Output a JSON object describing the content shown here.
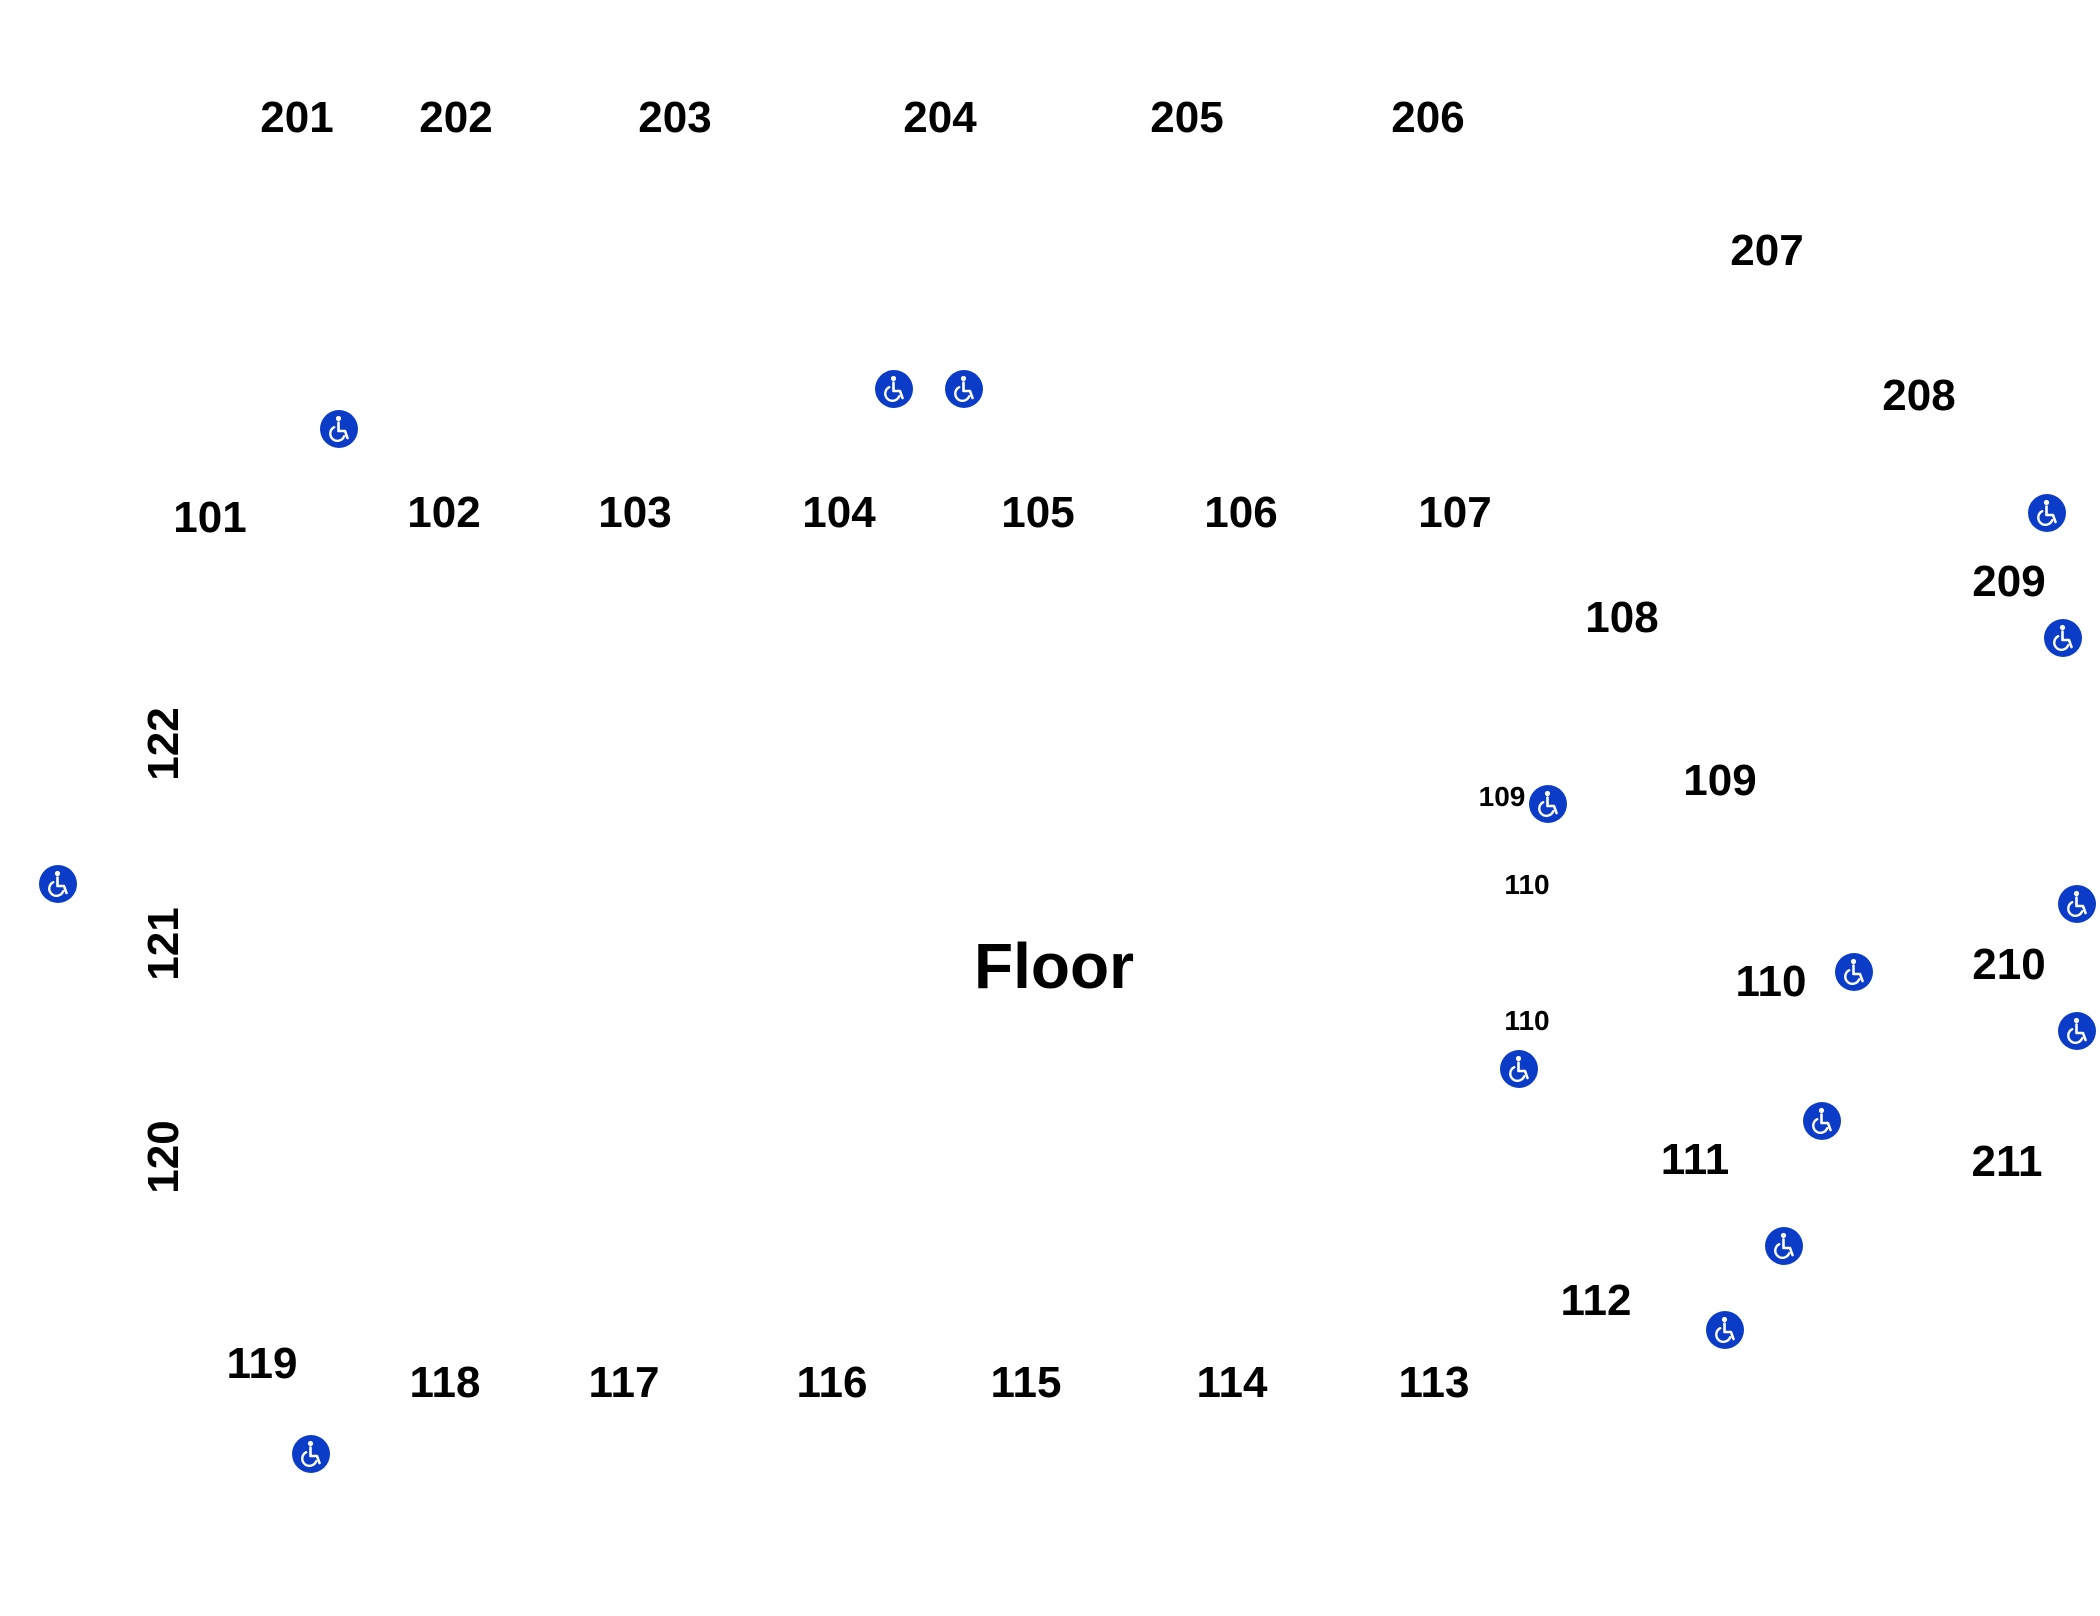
{
  "map": {
    "floor_label": "Floor",
    "accessible_icon": "wheelchair-accessible-icon",
    "accessible_color": "#0b3cc7",
    "sections": {
      "s201": "201",
      "s202": "202",
      "s203": "203",
      "s204": "204",
      "s205": "205",
      "s206": "206",
      "s207": "207",
      "s208": "208",
      "s209": "209",
      "s210": "210",
      "s211": "211",
      "s101": "101",
      "s102": "102",
      "s103": "103",
      "s104": "104",
      "s105": "105",
      "s106": "106",
      "s107": "107",
      "s108": "108",
      "s109": "109",
      "s110": "110",
      "s111": "111",
      "s112": "112",
      "s113": "113",
      "s114": "114",
      "s115": "115",
      "s116": "116",
      "s117": "117",
      "s118": "118",
      "s119": "119",
      "s120": "120",
      "s121": "121",
      "s122": "122",
      "small109": "109",
      "small110a": "110",
      "small110b": "110"
    }
  }
}
